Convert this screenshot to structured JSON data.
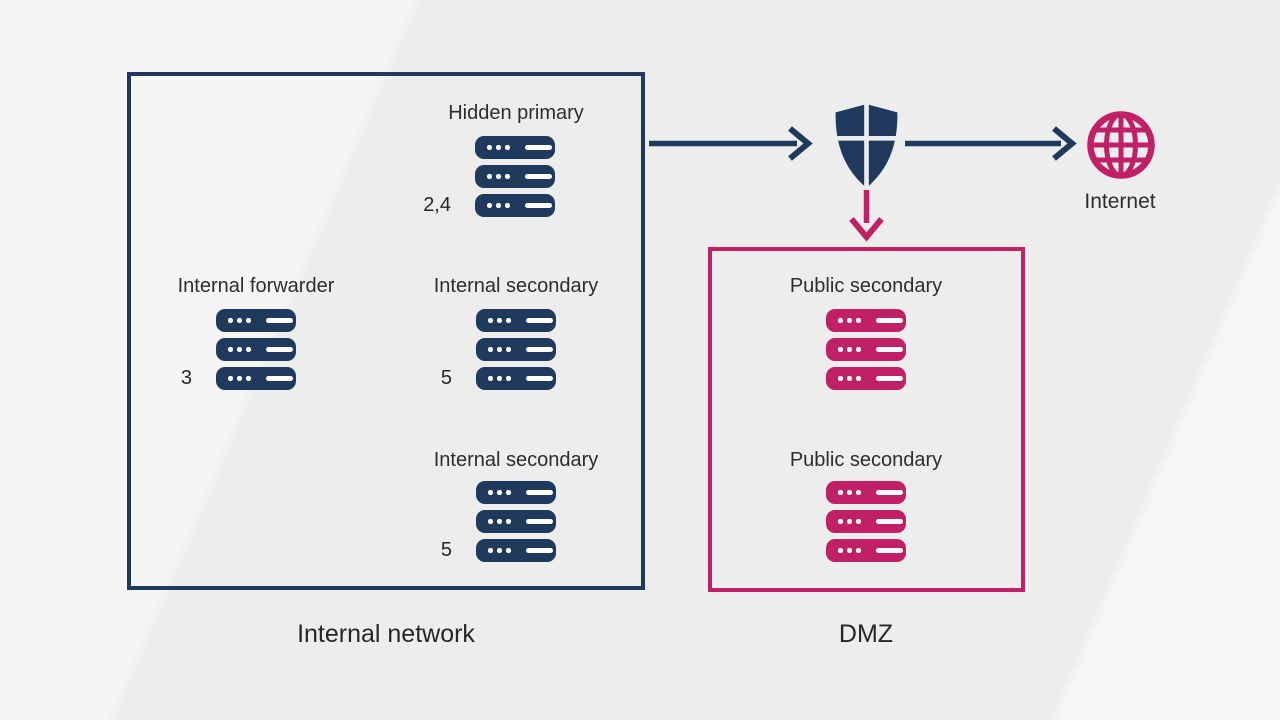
{
  "colors": {
    "navy": "#1f3a5c",
    "pink": "#bf2066",
    "background": "#ededee",
    "text": "#2d2d2d"
  },
  "internal_network": {
    "label": "Internal network",
    "groups": [
      {
        "id": "hidden-primary",
        "title": "Hidden primary",
        "count_label": "2,4",
        "servers": 3
      },
      {
        "id": "internal-forwarder",
        "title": "Internal forwarder",
        "count_label": "3",
        "servers": 3
      },
      {
        "id": "internal-secondary-1",
        "title": "Internal secondary",
        "count_label": "5",
        "servers": 3
      },
      {
        "id": "internal-secondary-2",
        "title": "Internal secondary",
        "count_label": "5",
        "servers": 3
      }
    ]
  },
  "dmz": {
    "label": "DMZ",
    "groups": [
      {
        "id": "public-secondary-1",
        "title": "Public secondary",
        "servers": 3
      },
      {
        "id": "public-secondary-2",
        "title": "Public secondary",
        "servers": 3
      }
    ]
  },
  "internet": {
    "label": "Internet"
  },
  "icons": [
    "shield-icon",
    "globe-icon",
    "server-icon",
    "arrow-right",
    "arrow-down"
  ]
}
